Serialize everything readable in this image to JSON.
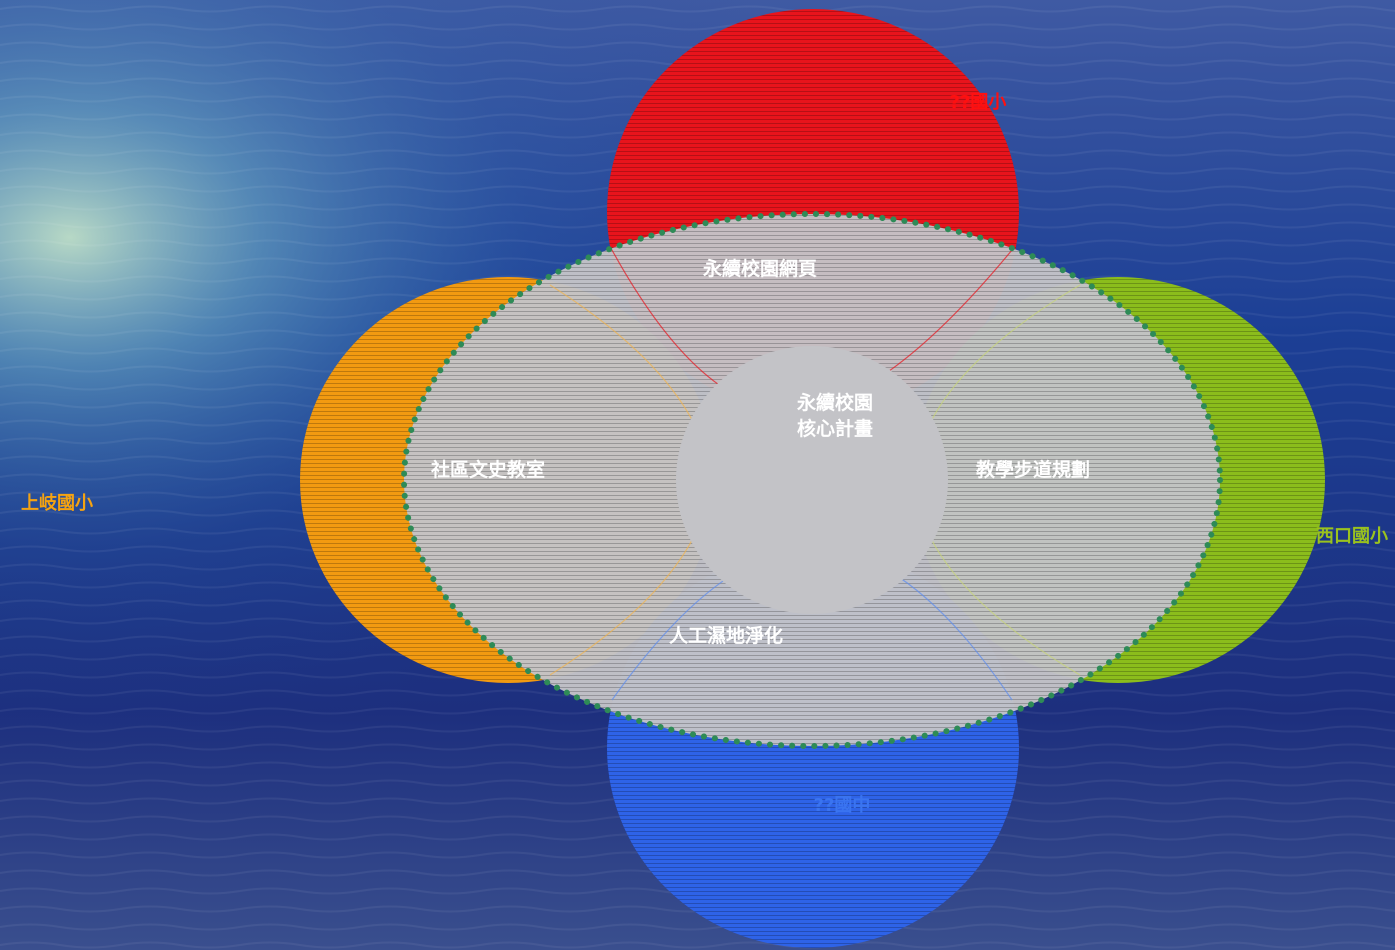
{
  "schools": {
    "top": "??國小",
    "left": "上岐國小",
    "right": "西口國小",
    "bottom": "??國中"
  },
  "projects": {
    "top": "永續校園網頁",
    "left": "社區文史教室",
    "right": "教學步道規劃",
    "bottom": "人工濕地淨化"
  },
  "core": {
    "line1": "永續校園",
    "line2": "核心計畫"
  },
  "colors": {
    "red": "#e8141c",
    "orange": "#f29a11",
    "green": "#8bbd1c",
    "blue": "#2e63e8",
    "gray": "#c3c3c7",
    "dotted_border": "#2e8b57",
    "top_label": "#ff1010",
    "left_label": "#f5a311",
    "right_label": "#9ac21e",
    "bottom_label": "#3a74f0",
    "inner_text": "#ffffff"
  }
}
